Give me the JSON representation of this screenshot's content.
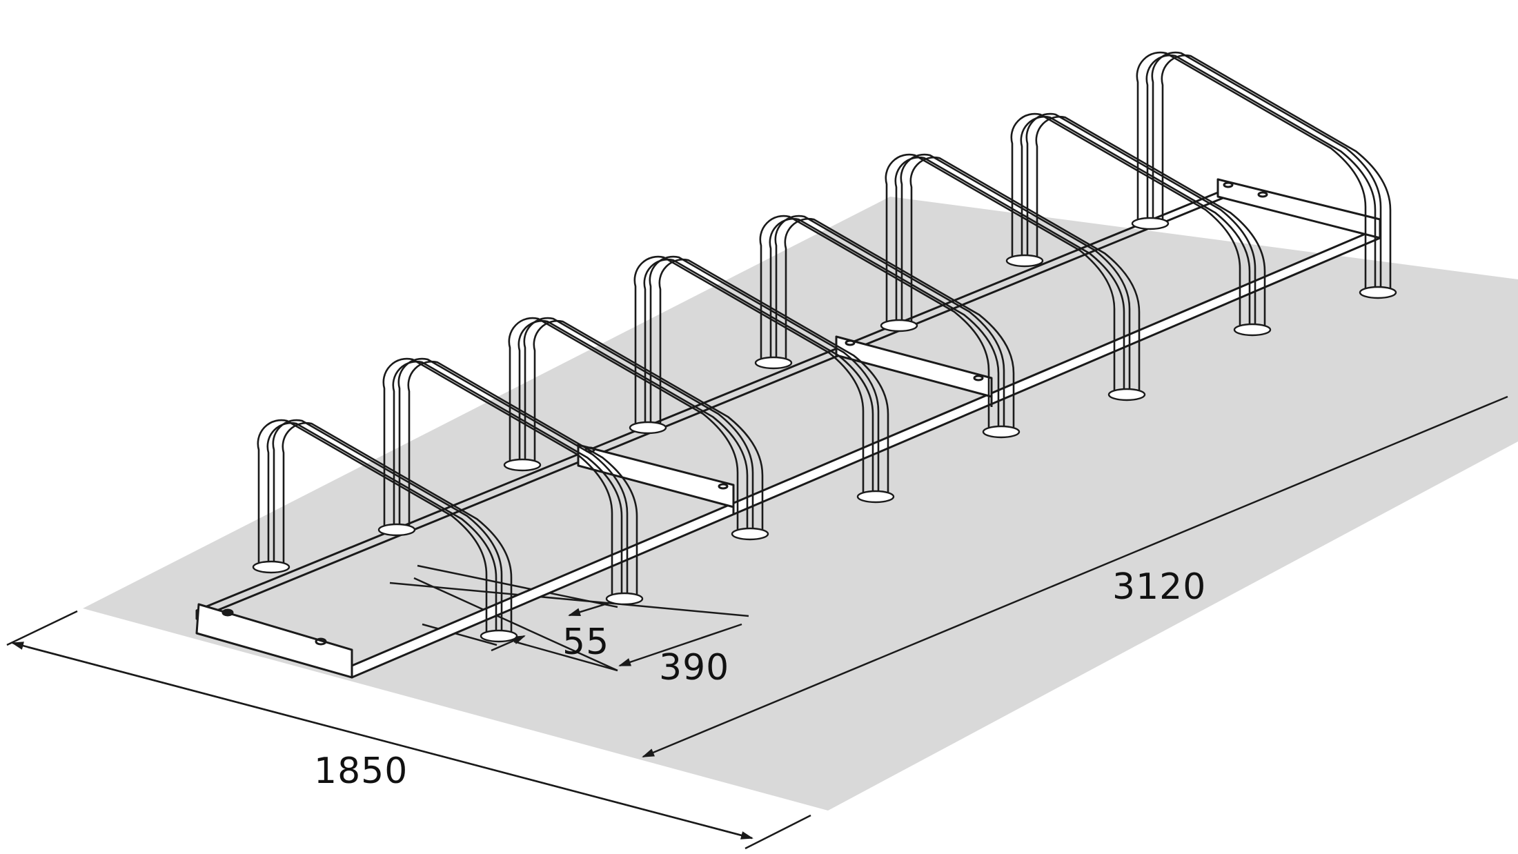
{
  "colors": {
    "floor": "#d9d9d9",
    "ink": "#1a1a1a",
    "background": "#ffffff"
  },
  "dimensions": {
    "length": "3120",
    "depth": "1850",
    "spacing": "390",
    "offset": "55"
  },
  "rack": {
    "bike_slots": 8,
    "modules": 2
  }
}
